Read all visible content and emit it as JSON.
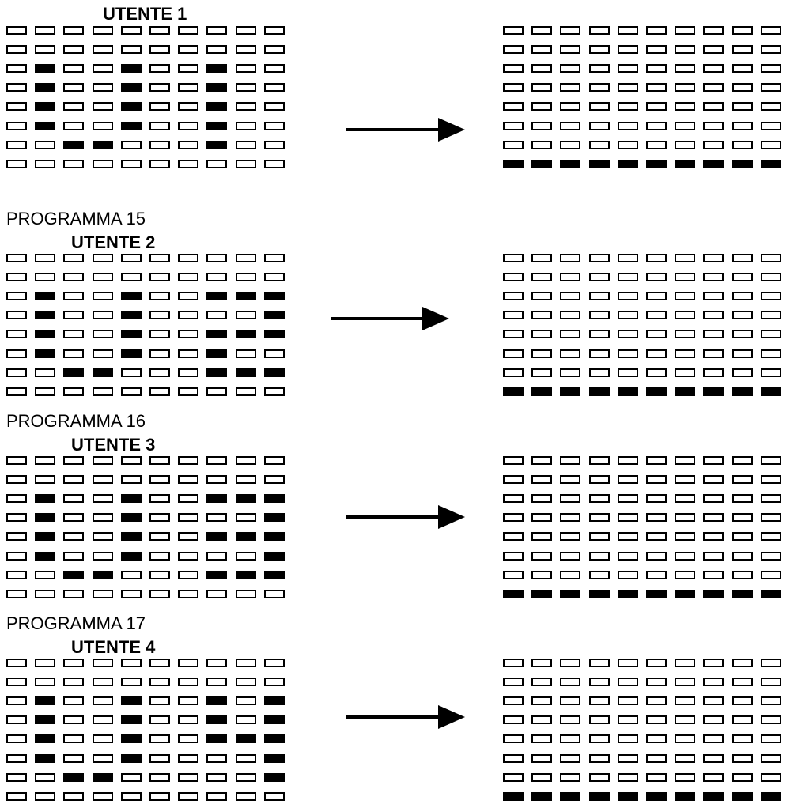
{
  "panels": [
    {
      "program_label": "",
      "user_label": "UTENTE 1",
      "left_grid": [
        "0000000000",
        "0000000000",
        "0100100100",
        "0100100100",
        "0100100100",
        "0100100100",
        "0011000100",
        "0000000000"
      ],
      "right_grid": [
        "0000000000",
        "0000000000",
        "0000000000",
        "0000000000",
        "0000000000",
        "0000000000",
        "0000000000",
        "1111111111"
      ]
    },
    {
      "program_label": "PROGRAMMA  15",
      "user_label": "UTENTE  2",
      "left_grid": [
        "0000000000",
        "0000000000",
        "0100100111",
        "0100100001",
        "0100100111",
        "0100100100",
        "0011000111",
        "0000000000"
      ],
      "right_grid": [
        "0000000000",
        "0000000000",
        "0000000000",
        "0000000000",
        "0000000000",
        "0000000000",
        "0000000000",
        "1111111111"
      ]
    },
    {
      "program_label": "PROGRAMMA  16",
      "user_label": "UTENTE 3",
      "left_grid": [
        "0000000000",
        "0000000000",
        "0100100111",
        "0100100001",
        "0100100111",
        "0100100001",
        "0011000111",
        "0000000000"
      ],
      "right_grid": [
        "0000000000",
        "0000000000",
        "0000000000",
        "0000000000",
        "0000000000",
        "0000000000",
        "0000000000",
        "1111111111"
      ]
    },
    {
      "program_label": "PROGRAMMA  17",
      "user_label": "UTENTE  4",
      "left_grid": [
        "0000000000",
        "0000000000",
        "0100100101",
        "0100100101",
        "0100100111",
        "0100100001",
        "0011000001",
        "0000000000"
      ],
      "right_grid": [
        "0000000000",
        "0000000000",
        "0000000000",
        "0000000000",
        "0000000000",
        "0000000000",
        "0000000000",
        "1111111111"
      ]
    }
  ]
}
